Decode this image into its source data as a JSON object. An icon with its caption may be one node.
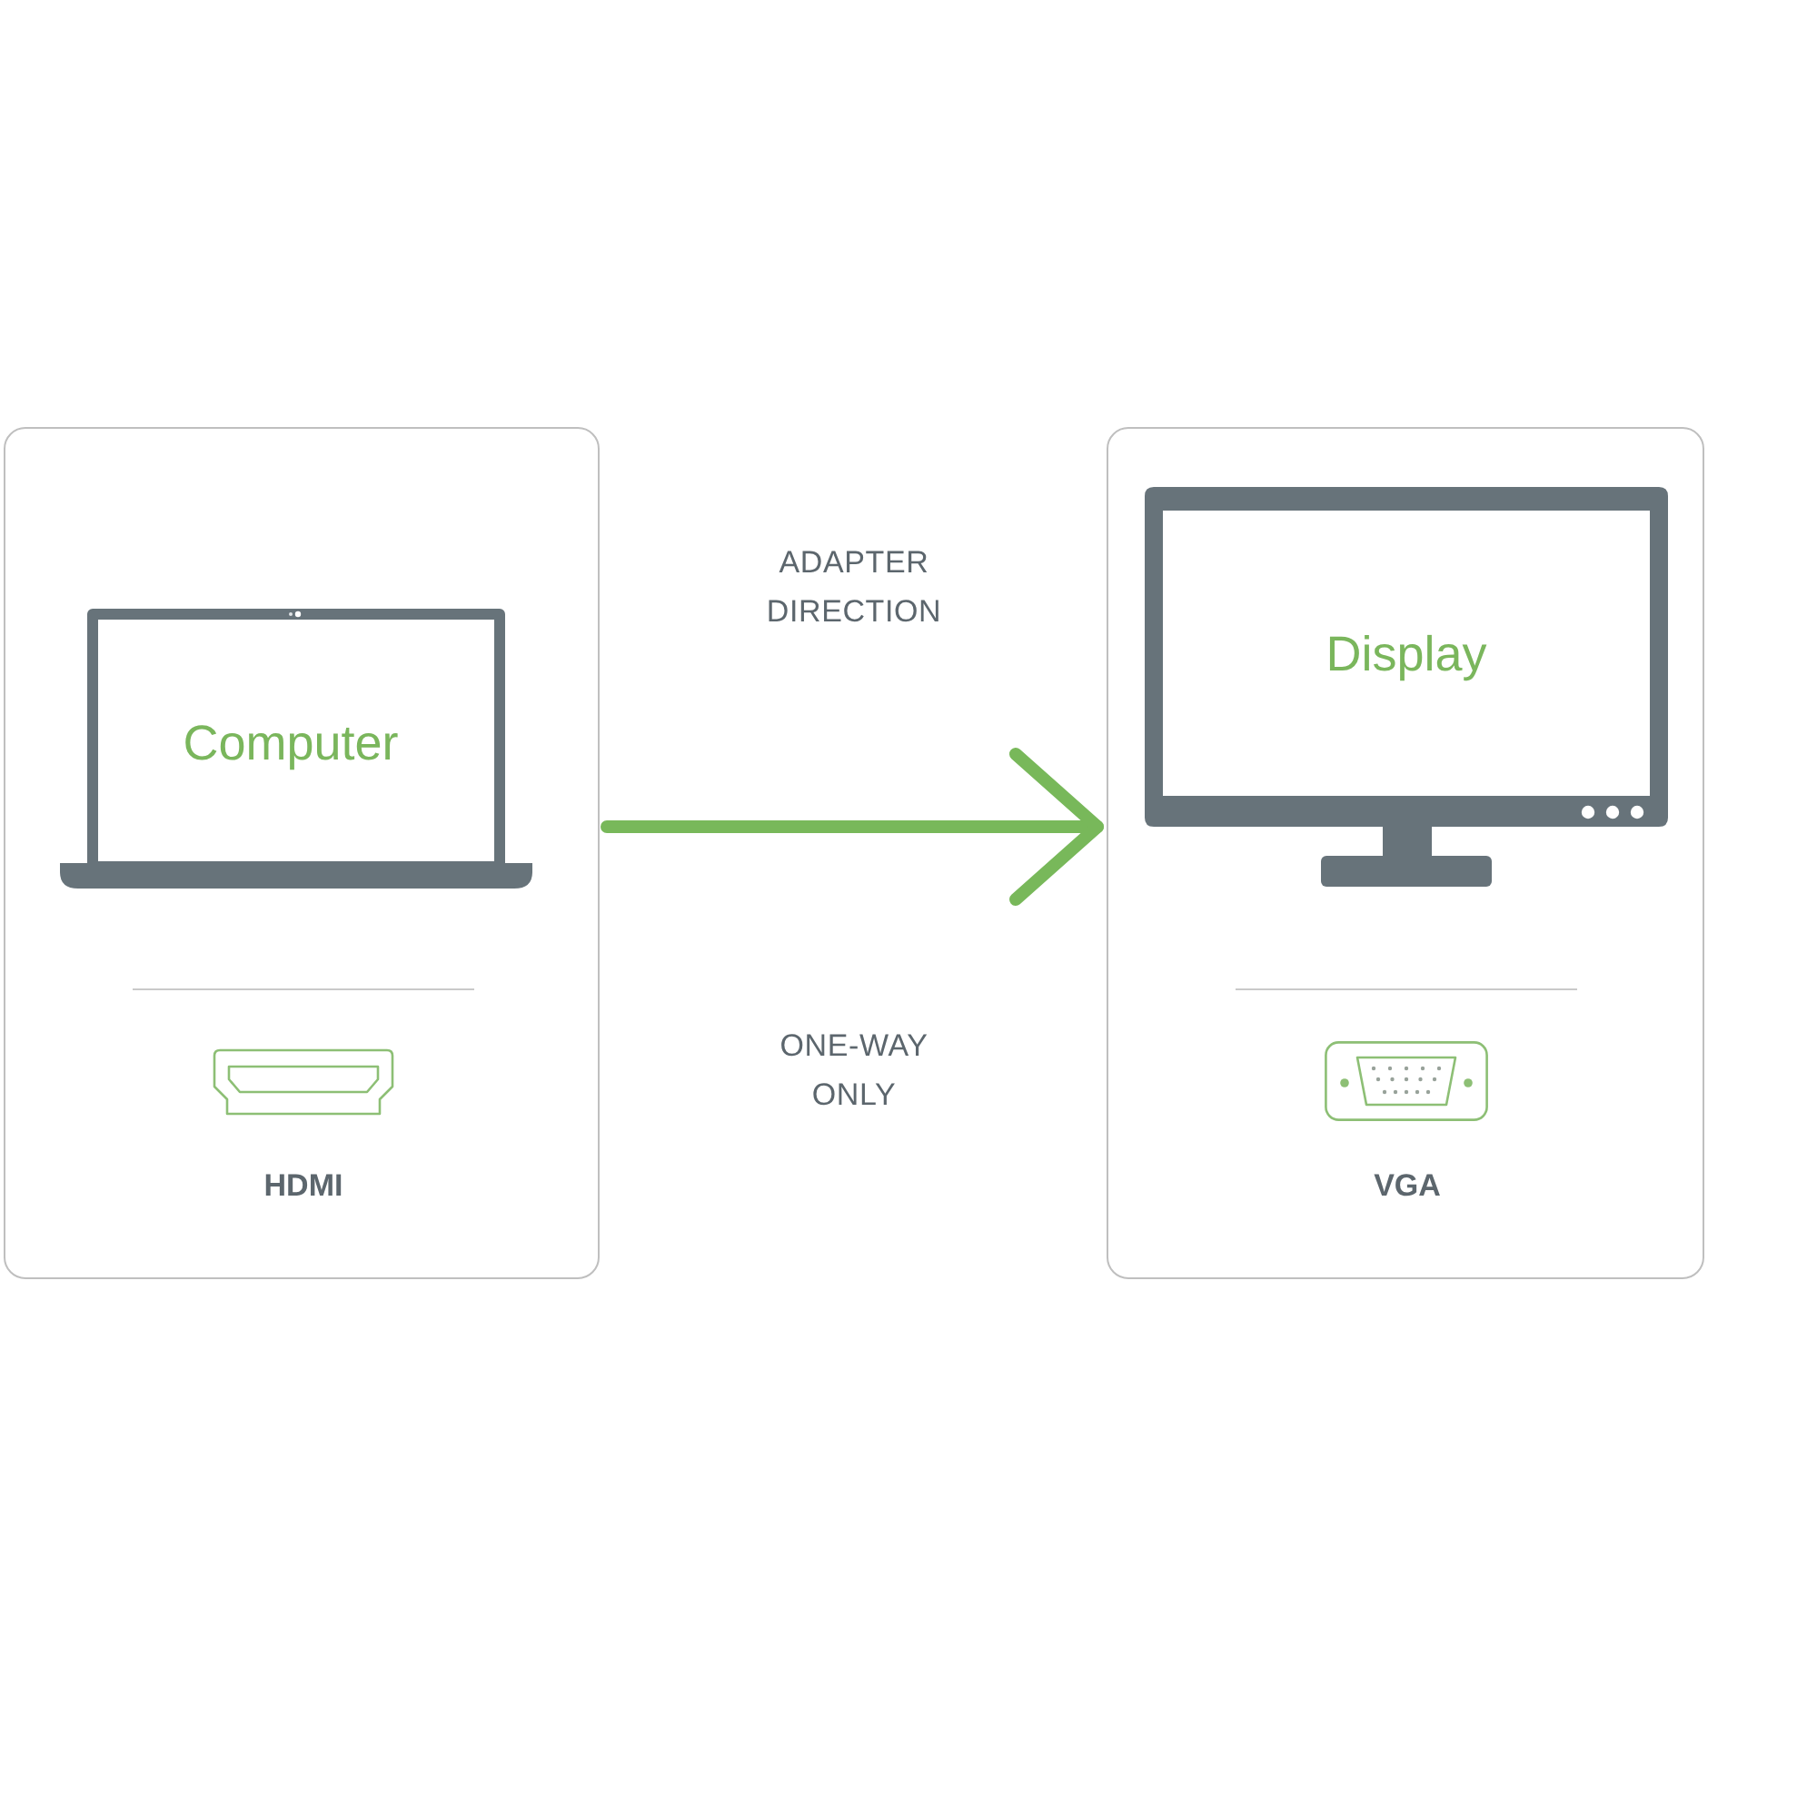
{
  "diagram": {
    "nodes": [
      {
        "text": [
          "HDMI"
        ]
      },
      {
        "text": [
          "Computer"
        ],
        "in": 0
      },
      {
        "text": [
          "VGA"
        ]
      },
      {
        "text": [
          "Display"
        ],
        "in": 2
      }
    ],
    "edges": [
      {
        "from": 0,
        "to": 2,
        "arrow": "to"
      }
    ],
    "labels": [
      "ADAPTER DIRECTION",
      "ONE-WAY ONLY"
    ]
  }
}
